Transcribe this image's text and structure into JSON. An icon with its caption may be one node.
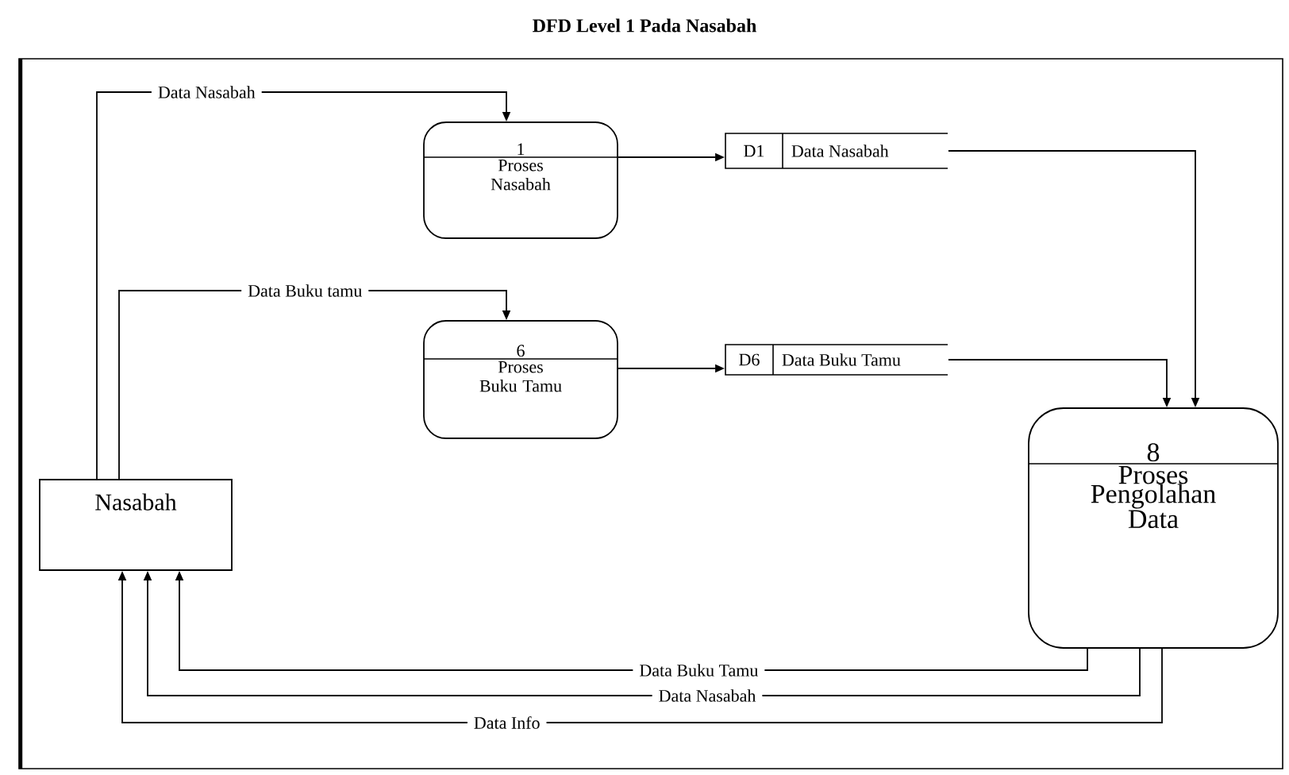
{
  "diagram": {
    "title": "DFD Level 1 Pada Nasabah",
    "nodes": [
      {
        "text": [
          "Nasabah"
        ]
      },
      {
        "text": [
          "1",
          "Proses Nasabah"
        ]
      },
      {
        "text": [
          "6",
          "Proses Buku Tamu"
        ]
      },
      {
        "text": [
          "D1",
          "Data Nasabah"
        ]
      },
      {
        "text": [
          "D6",
          "Data Buku Tamu"
        ]
      },
      {
        "text": [
          "8",
          "Proses Pengolahan Data"
        ]
      }
    ],
    "edges": [
      {
        "from": 0,
        "to": 1,
        "arrow": "to",
        "label": "Data Nasabah"
      },
      {
        "from": 0,
        "to": 2,
        "arrow": "to",
        "label": "Data Buku tamu"
      },
      {
        "from": 1,
        "to": 3,
        "arrow": "to"
      },
      {
        "from": 2,
        "to": 4,
        "arrow": "to"
      },
      {
        "from": 3,
        "to": 5,
        "arrow": "to"
      },
      {
        "from": 4,
        "to": 5,
        "arrow": "to"
      },
      {
        "from": 5,
        "to": 0,
        "arrow": "to",
        "label": "Data Buku Tamu"
      },
      {
        "from": 5,
        "to": 0,
        "arrow": "to",
        "label": "Data Nasabah"
      },
      {
        "from": 5,
        "to": 0,
        "arrow": "to",
        "label": "Data Info"
      }
    ]
  }
}
